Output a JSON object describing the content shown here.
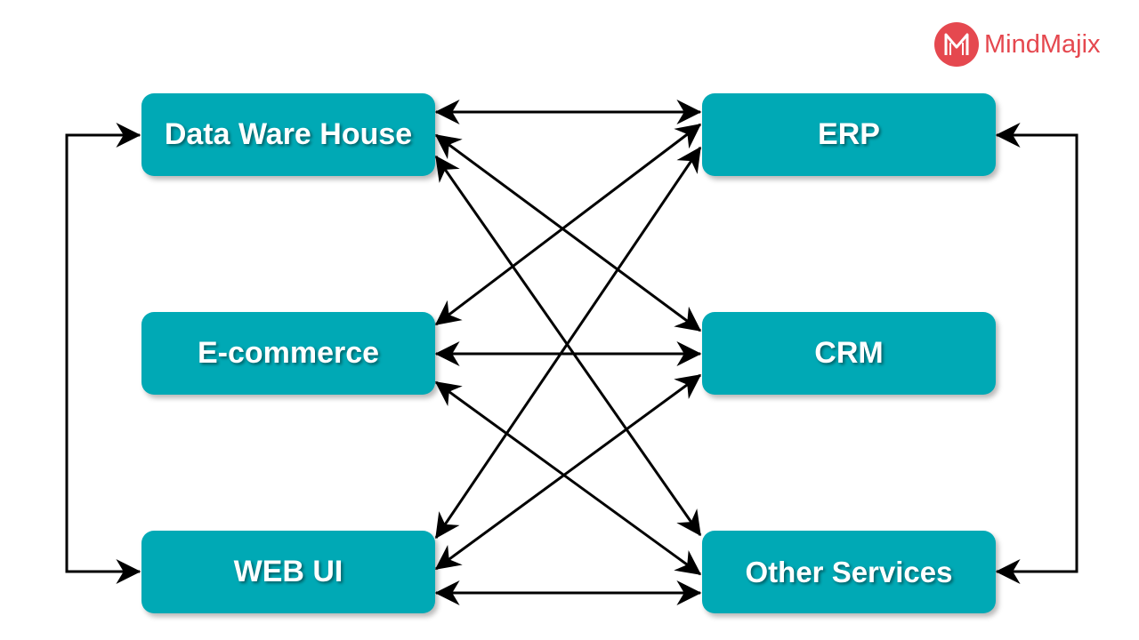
{
  "logo": {
    "text": "MindMajix",
    "color": "#e5484f"
  },
  "diagram": {
    "node_color": "#00a9b5",
    "arrow_color": "#000000",
    "nodes": {
      "data_ware_house": "Data Ware House",
      "e_commerce": "E-commerce",
      "web_ui": "WEB UI",
      "erp": "ERP",
      "crm": "CRM",
      "other_services": "Other Services"
    },
    "edges": [
      {
        "from": "data_ware_house",
        "to": "erp",
        "bidirectional": true
      },
      {
        "from": "data_ware_house",
        "to": "crm",
        "bidirectional": true
      },
      {
        "from": "data_ware_house",
        "to": "other_services",
        "bidirectional": true
      },
      {
        "from": "e_commerce",
        "to": "erp",
        "bidirectional": true
      },
      {
        "from": "e_commerce",
        "to": "crm",
        "bidirectional": true
      },
      {
        "from": "e_commerce",
        "to": "other_services",
        "bidirectional": true
      },
      {
        "from": "web_ui",
        "to": "erp",
        "bidirectional": true
      },
      {
        "from": "web_ui",
        "to": "crm",
        "bidirectional": true
      },
      {
        "from": "web_ui",
        "to": "other_services",
        "bidirectional": true
      },
      {
        "from": "data_ware_house",
        "to": "web_ui",
        "bidirectional": true,
        "route": "left"
      },
      {
        "from": "erp",
        "to": "other_services",
        "bidirectional": true,
        "route": "right"
      }
    ]
  }
}
